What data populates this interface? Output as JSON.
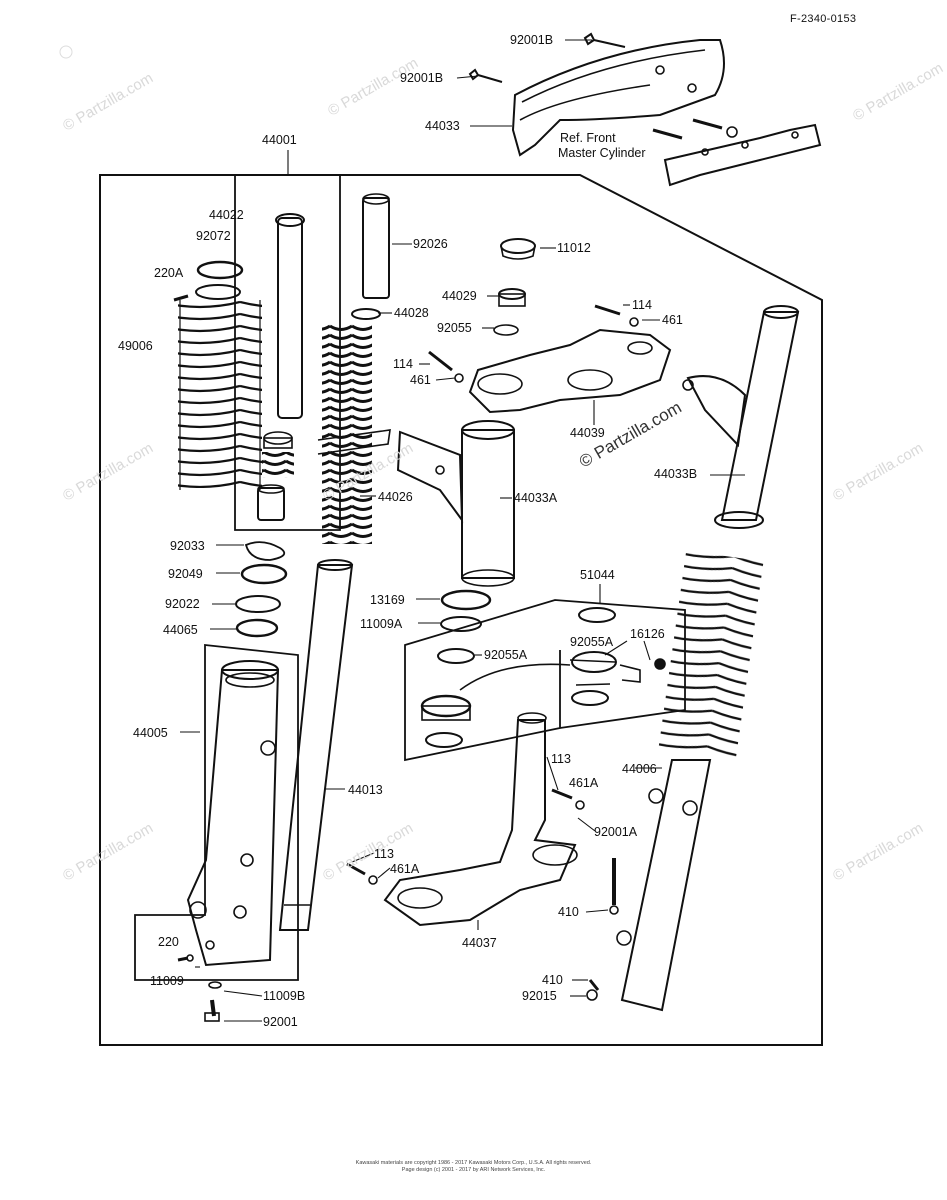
{
  "diagram_code": "F-2340-0153",
  "reference_note": [
    "Ref. Front",
    "Master Cylinder"
  ],
  "watermark": "© Partzilla.com",
  "copyright_lines": [
    "Kawasaki materials are copyright 1986 - 2017 Kawasaki Motors Corp., U.S.A. All rights reserved.",
    "Page design (c) 2001 - 2017 by ARI Network Services, Inc."
  ],
  "part_labels": {
    "p92001B_top": "92001B",
    "p92001B_left": "92001B",
    "p44033": "44033",
    "p44001": "44001",
    "p44022": "44022",
    "p92072": "92072",
    "p220A": "220A",
    "p49006": "49006",
    "p92026": "92026",
    "p11012": "11012",
    "p44029": "44029",
    "p44028": "44028",
    "p92055": "92055",
    "p114_r": "114",
    "p461_r": "461",
    "p114_l": "114",
    "p461_l": "461",
    "p44039": "44039",
    "p44033B": "44033B",
    "p44026": "44026",
    "p44033A": "44033A",
    "p92033": "92033",
    "p92049": "92049",
    "p92022": "92022",
    "p44065": "44065",
    "p51044": "51044",
    "p13169": "13169",
    "p11009A": "11009A",
    "p92055A_r": "92055A",
    "p16126": "16126",
    "p92055A_l": "92055A",
    "p44005": "44005",
    "p44013": "44013",
    "p113_a": "113",
    "p461A_a": "461A",
    "p44006": "44006",
    "p92001A": "92001A",
    "p113_b": "113",
    "p461A_b": "461A",
    "p410_a": "410",
    "p44037": "44037",
    "p220": "220",
    "p11009": "11009",
    "p11009B": "11009B",
    "p92001": "92001",
    "p410_b": "410",
    "p92015": "92015"
  }
}
